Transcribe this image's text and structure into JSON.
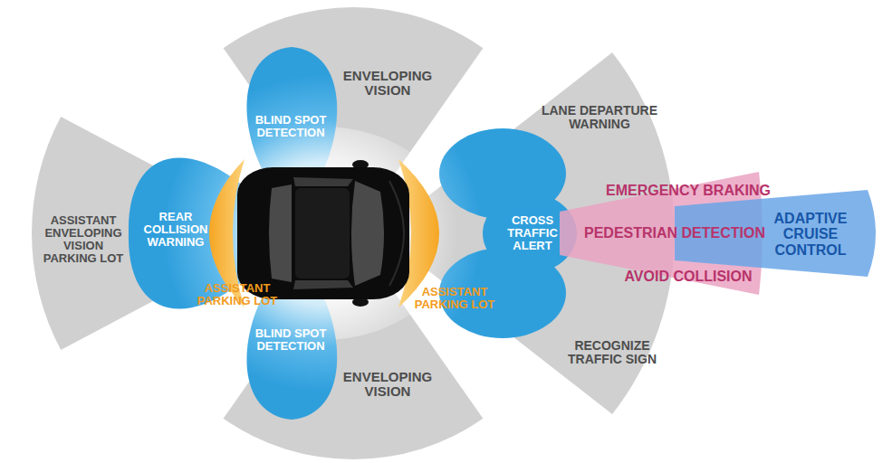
{
  "diagram": {
    "nodes": [
      {
        "text": [
          "ENVELOPING VISION"
        ]
      },
      {
        "text": [
          "BLIND SPOT DETECTION"
        ]
      },
      {
        "text": [
          "LANE DEPARTURE WARNING",
          "RECOGNIZE TRAFFIC SIGN"
        ]
      },
      {
        "text": [
          "ASSISTANT ENVELOPING VISION PARKING LOT"
        ]
      },
      {
        "text": [
          "REAR COLLISION WARNING"
        ]
      },
      {
        "text": [
          "ASSISTANT PARKING LOT"
        ]
      },
      {
        "text": [
          "ASSISTANT PARKING LOT"
        ]
      },
      {
        "text": [
          "CROSS TRAFFIC ALERT"
        ]
      },
      {
        "text": [
          "EMERGENCY BRAKING"
        ]
      },
      {
        "text": [
          "PEDESTRIAN DETECTION"
        ]
      },
      {
        "text": [
          "ADAPTIVE CRUISE CONTROL"
        ]
      },
      {
        "text": [
          "AVOID COLLISION"
        ]
      },
      {
        "text": [
          "BLIND SPOT DETECTION"
        ]
      },
      {
        "text": [
          "ENVELOPING VISION"
        ]
      }
    ]
  }
}
